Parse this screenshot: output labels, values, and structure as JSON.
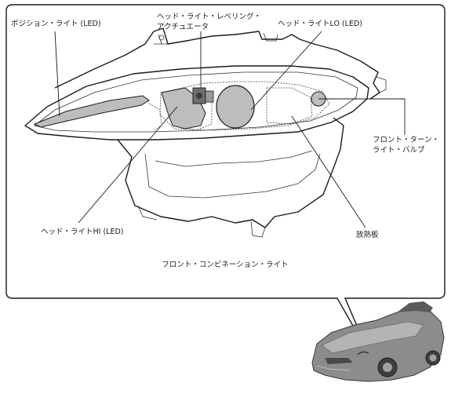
{
  "labels": {
    "position_light": "ポジション・ライト (LED)",
    "leveling_actuator_line1": "ヘッド・ライト・レベリング・",
    "leveling_actuator_line2": "アクチュエータ",
    "headlight_lo": "ヘッド・ライトLO (LED)",
    "front_turn_line1": "フロント・ターン・",
    "front_turn_line2": "ライト・バルブ",
    "headlight_hi": "ヘッド・ライトHI (LED)",
    "heat_sink": "放熱板",
    "assembly_caption": "フロント・コンビネーション・ライト"
  },
  "colors": {
    "component_fill": "#bdbdbd",
    "line": "#1a1a1a",
    "car_body": "#8c8c8c"
  }
}
